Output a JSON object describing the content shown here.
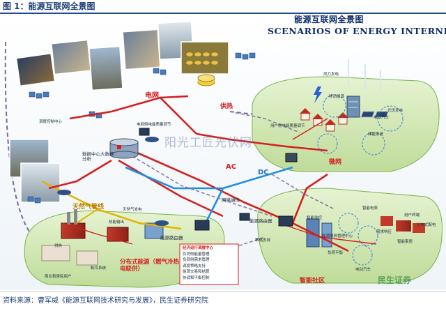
{
  "figure": {
    "title": "图 1：能源互联网全景图",
    "source": "资料来源：曹军威《能源互联网技术研究与发展》，民生证券研究院"
  },
  "diagram": {
    "title_cn": "能源互联网全景图",
    "title_en": "SCENARIOS OF ENERGY INTERNET",
    "lines": {
      "power_grid": "电网",
      "heat_supply": "供热",
      "natural_gas": "天然气管线",
      "ac": "AC",
      "dc": "DC",
      "microgrid": "微网",
      "network_comm": "网络通信"
    },
    "nodes": {
      "wind_power": "风力发电",
      "mobile_energy": "移动能源",
      "solar_power": "光伏发电",
      "ev": "电动汽车",
      "storage": "储能系统",
      "user_side_storage": "用户侧电能质量调节",
      "grid_side_storage": "电网侧电能质量调节",
      "data_center": "数据中心大数据分析",
      "gas_generation": "天然气发电",
      "heat_output": "热能输出",
      "energy_router_left": "能源路由器",
      "energy_router_right": "能源路由器",
      "power_supply_region": "供热",
      "cooling_system": "制冷系统",
      "commercial_users": "商业和居民用户",
      "distributed_energy": "分布式能源（燃气冷热电联供）",
      "smart_meter": "智能电表",
      "smart_community": "智能社区",
      "policy_support": "策略支持",
      "load_balance": "负荷平衡",
      "energy_service": "能源服务管理中心",
      "economic_center": "经济运行调度中心",
      "demand_response": "需求响应",
      "user_terminal": "用户终端",
      "ev_charging": "电动汽车",
      "smart_home": "智能家居",
      "monitor_center": "智能监控",
      "dist_feeder": "分布式配电",
      "control_center_left": "调度控制中心"
    },
    "econ_center_items": [
      "经济运行调度中心",
      "负荷侧能量管理",
      "负荷侧需求管理",
      "调度策略支持",
      "能源交易和结算",
      "协调和平衡控制"
    ],
    "watermark": "阳光工匠光伏网",
    "corner_watermark": "民生证券"
  },
  "colors": {
    "power_grid": "#d3201f",
    "dc": "#1f8fe0",
    "gas": "#e0b400",
    "network": "#8a7aa8",
    "title_blue": "#1f3f7a"
  }
}
